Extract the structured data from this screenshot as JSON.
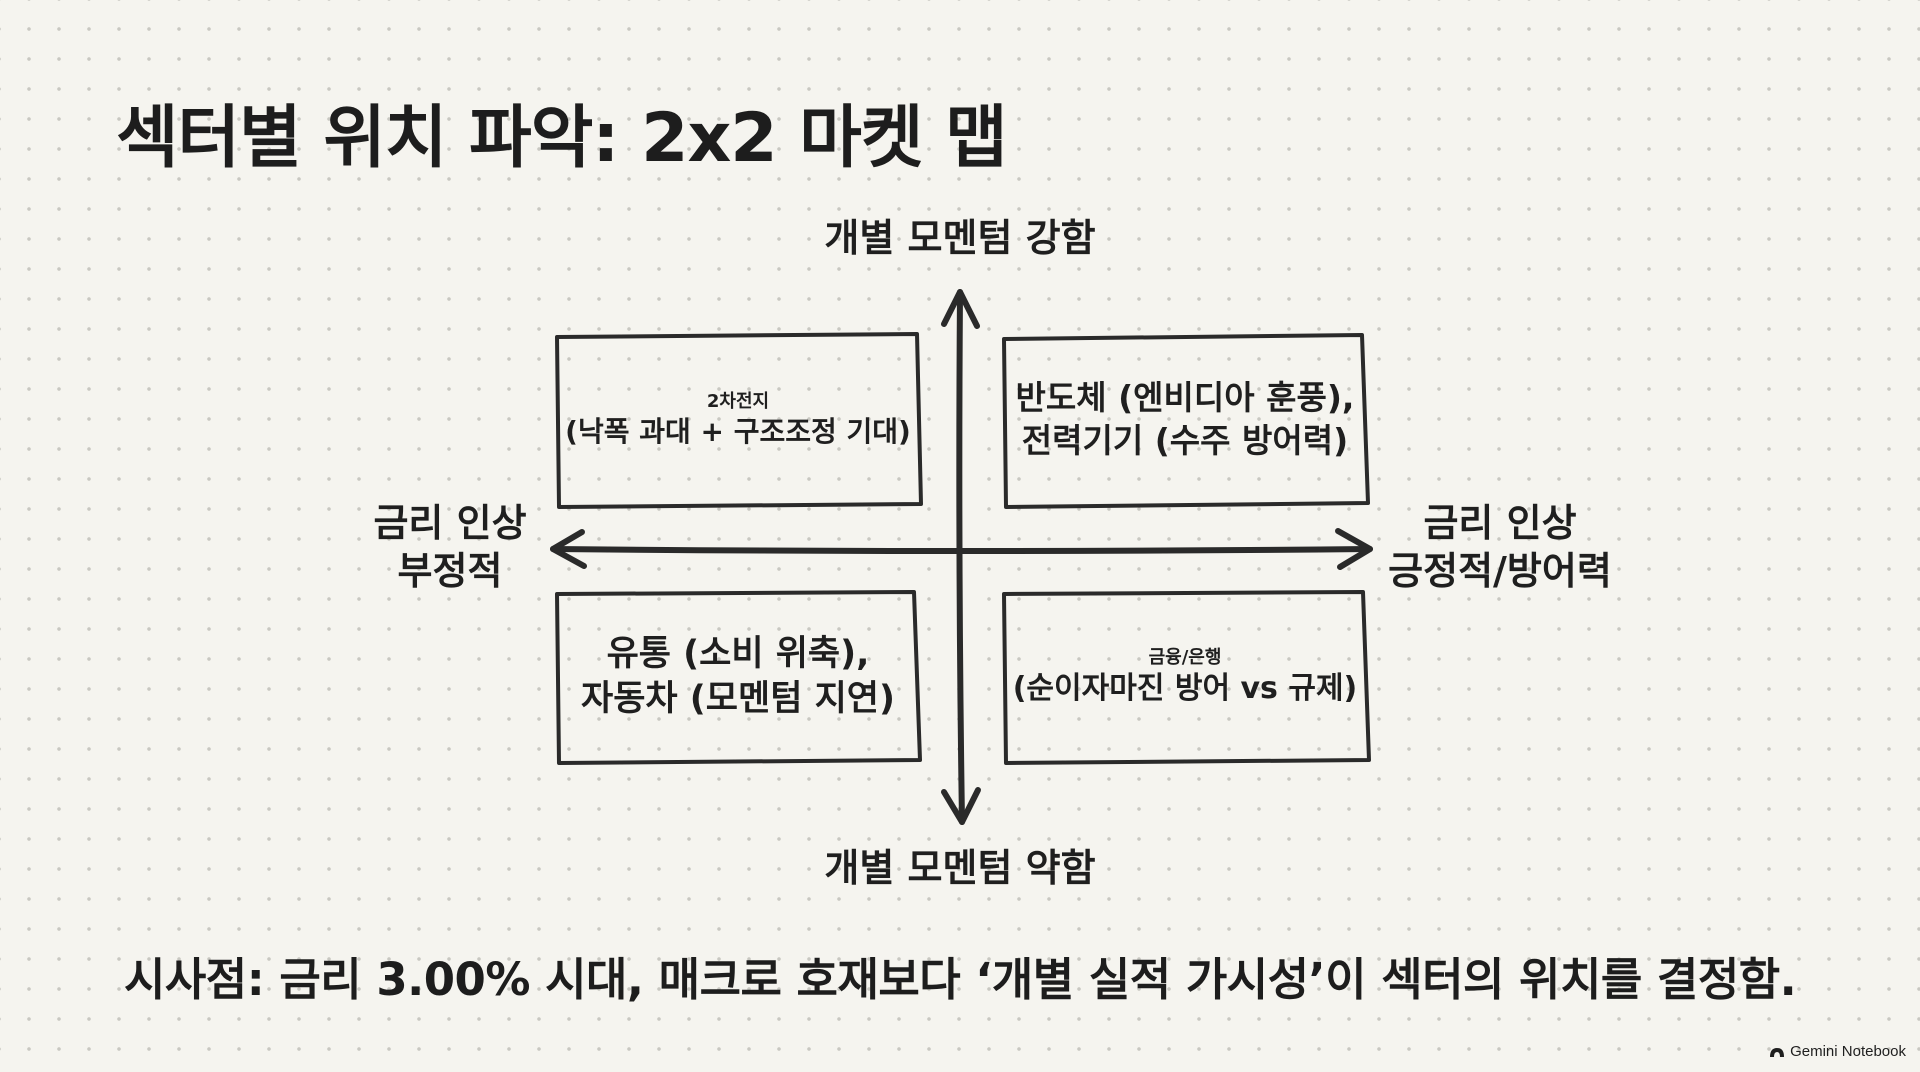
{
  "title": "섹터별 위치 파악: 2x2 마켓 맵",
  "axes": {
    "top": "개별 모멘텀 강함",
    "bottom": "개별 모멘텀 약함",
    "left": [
      "금리 인상",
      "부정적"
    ],
    "right": [
      "금리 인상",
      "긍정적/방어력"
    ]
  },
  "quadrants": {
    "top_left": [
      "2차전지",
      "(낙폭 과대 + 구조조정 기대)"
    ],
    "top_right": [
      "반도체 (엔비디아 훈풍),",
      "전력기기 (수주 방어력)"
    ],
    "bottom_left": [
      "유통 (소비 위축),",
      "자동차 (모멘텀 지연)"
    ],
    "bottom_right": [
      "금융/은행",
      "(순이자마진 방어 vs 규제)"
    ]
  },
  "footer": "시사점: 금리 3.00% 시대, 매크로 호재보다 ‘개별 실적 가시성’이 섹터의 위치를 결정함.",
  "brand": {
    "icon": "gemini-notebook-icon",
    "label": "Gemini Notebook"
  },
  "colors": {
    "background": "#f5f4ef",
    "ink": "#1f1f1f",
    "grid_dot": "#c9c8c2"
  }
}
